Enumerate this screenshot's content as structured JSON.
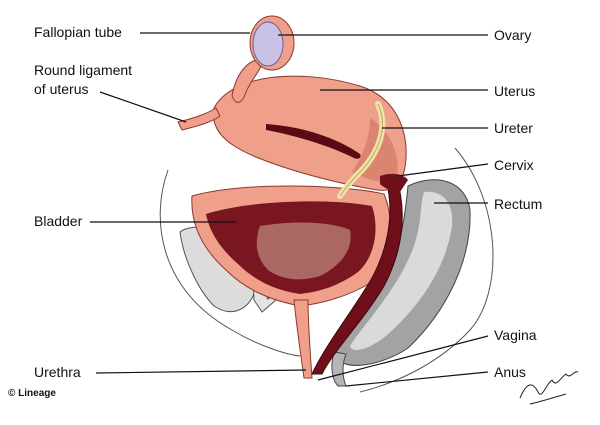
{
  "labels": {
    "fallopian_tube": "Fallopian tube",
    "round_ligament_line1": "Round ligament",
    "round_ligament_line2": "of uterus",
    "bladder": "Bladder",
    "urethra": "Urethra",
    "ovary": "Ovary",
    "uterus": "Uterus",
    "ureter": "Ureter",
    "cervix": "Cervix",
    "rectum": "Rectum",
    "vagina": "Vagina",
    "anus": "Anus"
  },
  "credit": "© Lineage",
  "colors": {
    "uterus": "#ef9f8a",
    "uterus_dark": "#d27a68",
    "bladder_interior": "#7a1620",
    "bladder_light": "#c08a7e",
    "ovary": "#c9c2e6",
    "ureter": "#f1e4a6",
    "rectum": "#9e9e9e",
    "bone": "#d8d8d8",
    "vagina": "#6e0f1a"
  }
}
